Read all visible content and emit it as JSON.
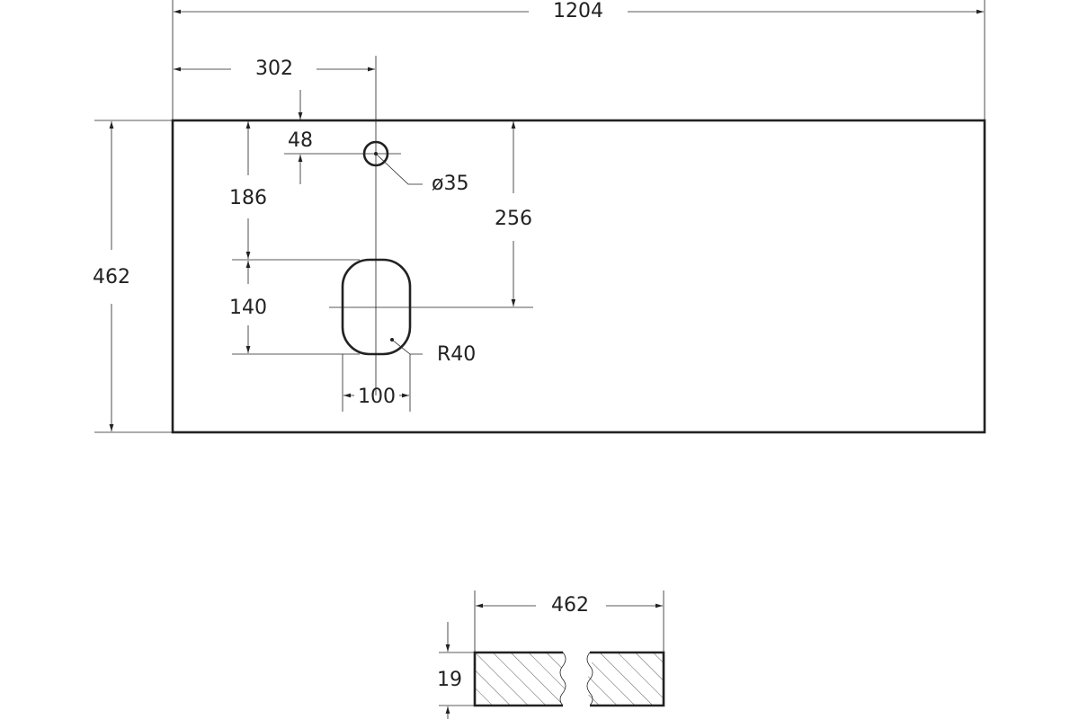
{
  "drawing": {
    "colors": {
      "line": "#222222",
      "background": "#ffffff"
    },
    "plan": {
      "overall_width": "1204",
      "overall_depth": "462",
      "hole_offset_x": "302",
      "hole_offset_top": "48",
      "hole_diameter": "ø35",
      "hole_to_basin": "186",
      "basin_length": "140",
      "basin_center_from_top": "256",
      "basin_corner_radius": "R40",
      "basin_width": "100"
    },
    "section": {
      "depth": "462",
      "thickness": "19"
    }
  }
}
